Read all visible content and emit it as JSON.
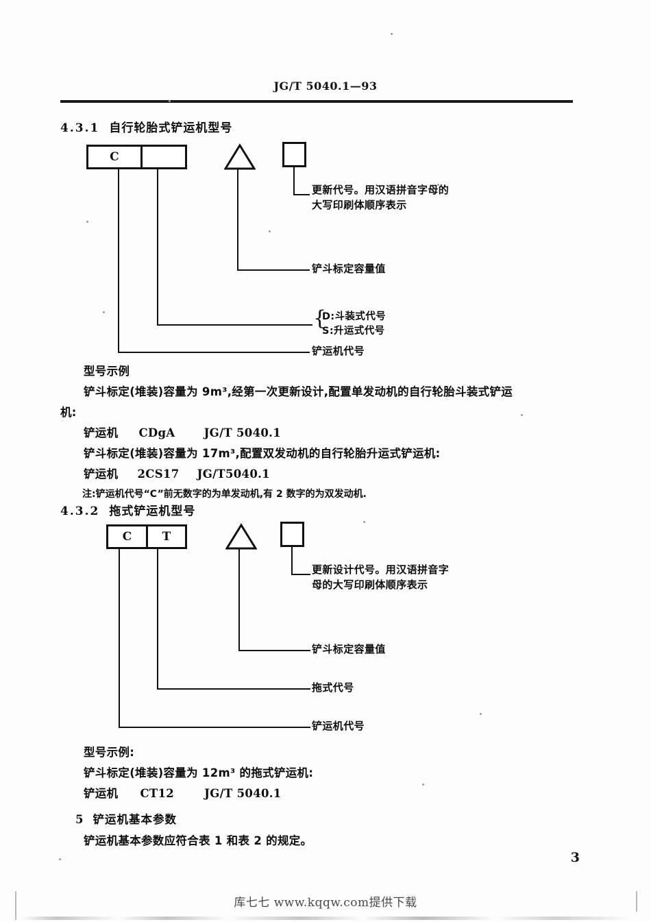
{
  "document": {
    "standard_number": "JG/T 5040.1—93",
    "page_number": "3"
  },
  "section_431": {
    "number": "4.3.1",
    "title": "自行轮胎式铲运机型号",
    "diagram": {
      "code_cells": [
        "C",
        ""
      ],
      "triangle_label": "triangle-symbol",
      "square_label": "square-symbol",
      "callouts": [
        {
          "text_line1": "更新代号。用汉语拼音字母的",
          "text_line2": "大写印刷体顺序表示"
        },
        {
          "text_line1": "铲斗标定容量值"
        },
        {
          "text_line1": "D:斗装式代号",
          "text_line2": "S:升运式代号"
        },
        {
          "text_line1": "铲运机代号"
        }
      ]
    },
    "example_heading": "型号示例",
    "example_lines": [
      "铲斗标定(堆装)容量为 9m³,经第一次更新设计,配置单发动机的自行轮胎斗装式铲运",
      "机:"
    ],
    "model_line_1": {
      "name": "铲运机",
      "code": "CDgA",
      "standard": "JG/T 5040.1"
    },
    "example_line_2": "铲斗标定(堆装)容量为 17m³,配置双发动机的自行轮胎升运式铲运机:",
    "model_line_2": {
      "name": "铲运机",
      "code": "2CS17",
      "standard": "JG/T5040.1"
    },
    "note": "注:铲运机代号“C”前无数字的为单发动机,有 2 数字的为双发动机."
  },
  "section_432": {
    "number": "4.3.2",
    "title": "拖式铲运机型号",
    "diagram": {
      "code_cells": [
        "C",
        "T"
      ],
      "callouts": [
        {
          "text_line1": "更新设计代号。用汉语拼音字",
          "text_line2": "母的大写印刷体顺序表示"
        },
        {
          "text_line1": "铲斗标定容量值"
        },
        {
          "text_line1": "拖式代号"
        },
        {
          "text_line1": "铲运机代号"
        }
      ]
    },
    "example_heading": "型号示例:",
    "example_line": "铲斗标定(堆装)容量为 12m³ 的拖式铲运机:",
    "model_line": {
      "name": "铲运机",
      "code": "CT12",
      "standard": "JG/T 5040.1"
    }
  },
  "section_5": {
    "number": "5",
    "title": "铲运机基本参数",
    "body": "铲运机基本参数应符合表 1 和表 2 的规定。"
  },
  "footer": {
    "text": "库七七  www.kqqw.com提供下载"
  }
}
